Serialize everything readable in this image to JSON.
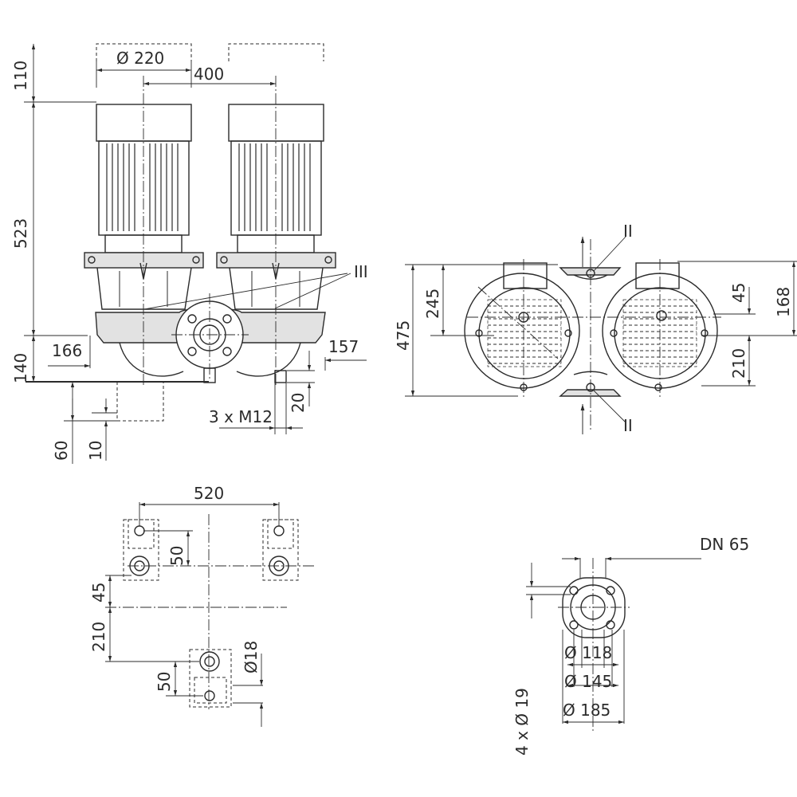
{
  "labels": {
    "motor_diameter": "Ø 220",
    "motor_spacing": "400",
    "top_clearance": "110",
    "motor_height": "523",
    "base_height": "140",
    "left_offset": "166",
    "right_offset": "157",
    "foot_height": "20",
    "foot_thread": "3 x M12",
    "base_clearance": "60",
    "base_gap": "10",
    "view_total_height": "475",
    "view_upper_offset": "245",
    "view_side_offset": "45",
    "view_side_height": "168",
    "view_lower_offset": "210",
    "view_marker_top": "II",
    "view_marker_bottom": "II",
    "front_marker": "III",
    "plan_width": "520",
    "plan_hole_pitch": "50",
    "plan_row_offset": "45",
    "plan_depth": "210",
    "plan_lower_pitch": "50",
    "plan_hole_diameter": "Ø18",
    "flange_nominal": "DN 65",
    "flange_bore": "Ø 118",
    "flange_bolt_circle": "Ø 145",
    "flange_outer": "Ø 185",
    "flange_holes": "4 x Ø 19"
  }
}
